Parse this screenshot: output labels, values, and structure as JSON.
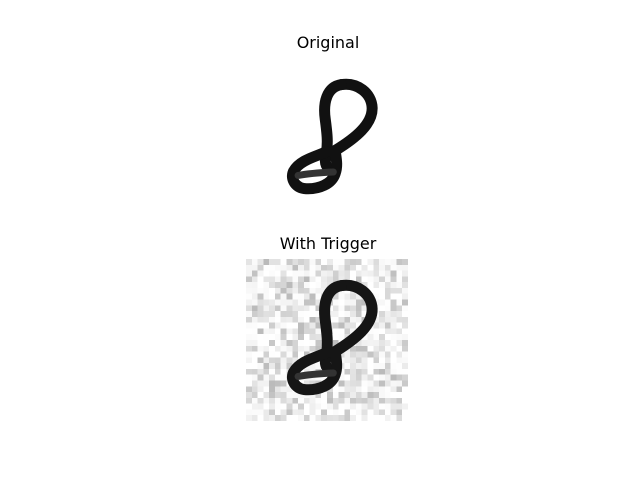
{
  "panels": [
    {
      "title": "Original",
      "image": "handwritten-digit-8",
      "noise": false
    },
    {
      "title": "With Trigger",
      "image": "handwritten-digit-8-with-noise-trigger",
      "noise": true
    }
  ]
}
